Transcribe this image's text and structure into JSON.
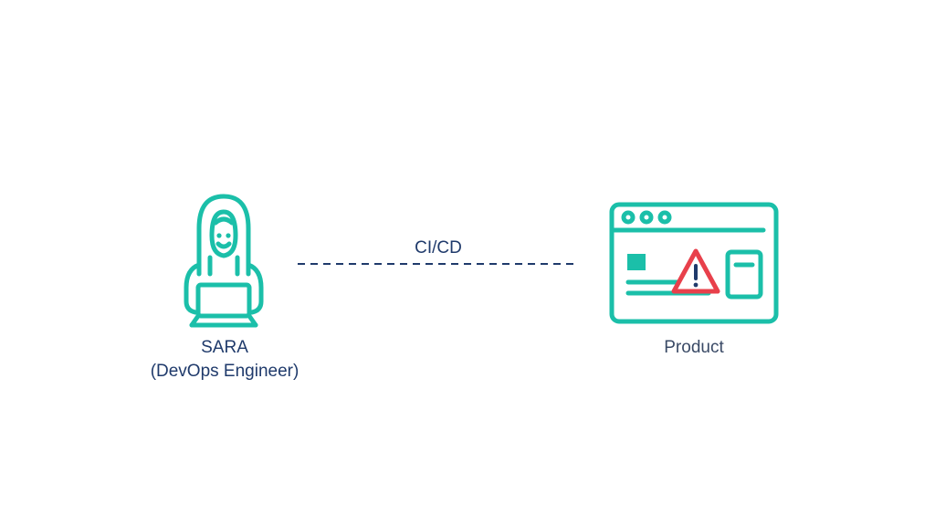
{
  "actor": {
    "name": "SARA",
    "role": "(DevOps Engineer)"
  },
  "connection": {
    "label": "CI/CD"
  },
  "product": {
    "label": "Product"
  },
  "colors": {
    "teal": "#1bbfa9",
    "navy": "#1f3a6b",
    "warning_red": "#e8404b",
    "text_gray": "#3a4a66"
  },
  "icons": {
    "actor": "hooded-person-laptop-icon",
    "product": "browser-window-warning-icon",
    "warning": "warning-triangle-icon"
  }
}
